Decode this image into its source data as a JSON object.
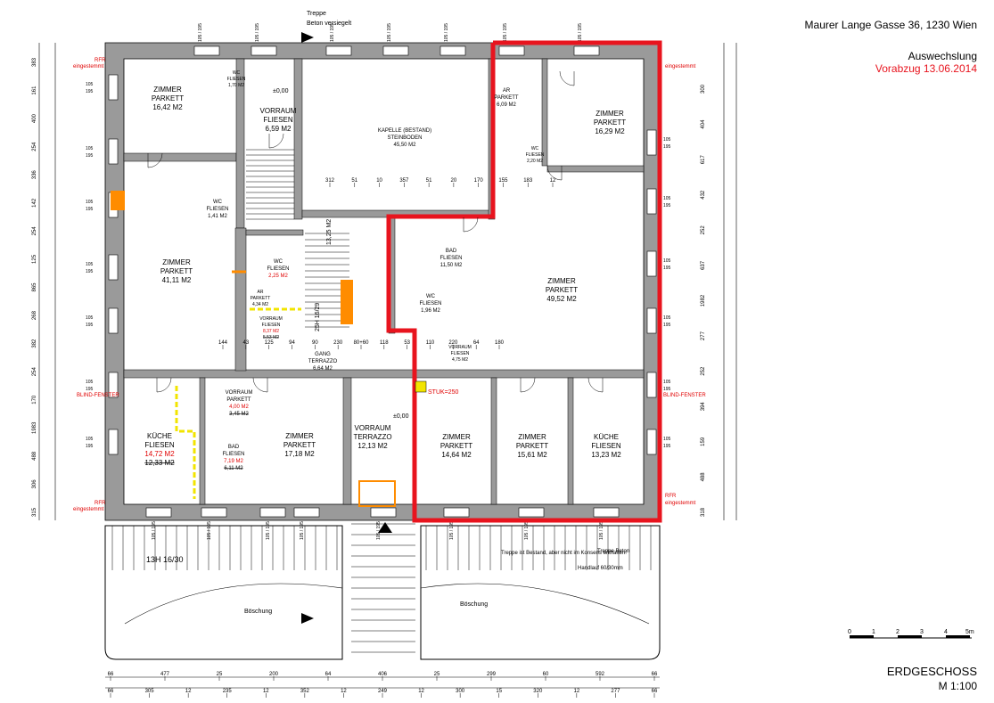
{
  "header": {
    "address": "Maurer Lange Gasse 36, 1230 Wien",
    "subtitle": "Auswechslung",
    "date_note": "Vorabzug 13.06.2014"
  },
  "footer": {
    "floor": "ERDGESCHOSS",
    "scale": "M 1:100"
  },
  "scale_bar": {
    "labels": [
      "0",
      "1",
      "2",
      "3",
      "4",
      "5m"
    ]
  },
  "colors": {
    "wall": "#9a9a9a",
    "highlight_red": "#e8141e",
    "accent_orange": "#ff8c00",
    "accent_yellow": "#f2e400",
    "note_red": "#e00000"
  },
  "rooms": [
    {
      "lines": [
        "ZIMMER",
        "PARKETT",
        "16,42 M2"
      ]
    },
    {
      "lines": [
        "VORRAUM",
        "FLIESEN",
        "6,59 M2"
      ]
    },
    {
      "lines": [
        "WC",
        "FLIESEN",
        "1,70 M2"
      ]
    },
    {
      "lines": [
        "KAPELLE (BESTAND)",
        "STEINBODEN",
        "45,50 M2"
      ]
    },
    {
      "lines": [
        "AR",
        "PARKETT",
        "6,09 M2"
      ]
    },
    {
      "lines": [
        "ZIMMER",
        "PARKETT",
        "16,29 M2"
      ]
    },
    {
      "lines": [
        "WC",
        "FLIESEN",
        "2,20 M2"
      ]
    },
    {
      "lines": [
        "WC",
        "FLIESEN",
        "1,41 M2"
      ]
    },
    {
      "lines": [
        "ZIMMER",
        "PARKETT",
        "41,11 M2"
      ]
    },
    {
      "lines": [
        "WC",
        "FLIESEN",
        "2,25 M2"
      ]
    },
    {
      "lines": [
        "AR",
        "PARKETT",
        "4,34 M2"
      ]
    },
    {
      "lines": [
        "VORRAUM",
        "FLIESEN",
        "8,37 M2",
        "5,53 M2"
      ]
    },
    {
      "lines": [
        "BAD",
        "FLIESEN",
        "11,50 M2"
      ]
    },
    {
      "lines": [
        "WC",
        "FLIESEN",
        "1,96 M2"
      ]
    },
    {
      "lines": [
        "ZIMMER",
        "PARKETT",
        "49,52 M2"
      ]
    },
    {
      "lines": [
        "GANG",
        "TERRAZZO",
        "6,64 M2"
      ]
    },
    {
      "lines": [
        "VORRAUM",
        "FLIESEN",
        "4,75 M2"
      ]
    },
    {
      "lines": [
        "VORRAUM",
        "PARKETT",
        "4,00 M2",
        "3,45 M2"
      ]
    },
    {
      "lines": [
        "KÜCHE",
        "FLIESEN",
        "14,72 M2",
        "12,33 M2"
      ]
    },
    {
      "lines": [
        "BAD",
        "FLIESEN",
        "7,19 M2",
        "6,11 M2"
      ]
    },
    {
      "lines": [
        "ZIMMER",
        "PARKETT",
        "17,18 M2"
      ]
    },
    {
      "lines": [
        "VORRAUM",
        "TERRAZZO",
        "12,13 M2"
      ]
    },
    {
      "lines": [
        "ZIMMER",
        "PARKETT",
        "14,64 M2"
      ]
    },
    {
      "lines": [
        "ZIMMER",
        "PARKETT",
        "15,61 M2"
      ]
    },
    {
      "lines": [
        "KÜCHE",
        "FLIESEN",
        "13,23 M2"
      ]
    }
  ],
  "notes": {
    "treppe_top": "Treppe",
    "beton_versiegelt": "Beton versiegelt",
    "elevation_1": "±0,00",
    "elevation_2": "±0,00",
    "stuk": "STUK=250",
    "rfr": "RFR",
    "eingestemmt": "eingestemmt",
    "blindfenster": "BLIND-FENSTER",
    "boeschung": "Böschung",
    "stair_steps": "13H 16/30",
    "treppe_bestand": "Treppe ist Bestand, aber nicht im Konsens enthalten!",
    "treppe_beton": "Treppe Beton",
    "handlauf": "Handlauf 60/30mm",
    "stair_main": "13,25 M2",
    "stair_rise": "25H 16/29"
  },
  "window_dims": [
    "105",
    "195"
  ],
  "dimensions": {
    "bottom_row1": [
      "66",
      "477",
      "25",
      "200",
      "64",
      "406",
      "25",
      "299",
      "60",
      "592",
      "66"
    ],
    "bottom_row2": [
      "66",
      "305",
      "12",
      "235",
      "12",
      "352",
      "12",
      "249",
      "12",
      "300",
      "15",
      "320",
      "12",
      "277",
      "66"
    ],
    "left_column": [
      "383",
      "161",
      "400",
      "254",
      "336",
      "142",
      "254",
      "125",
      "865",
      "268",
      "382",
      "254",
      "170",
      "1983",
      "488",
      "306",
      "315"
    ],
    "right_column": [
      "300",
      "404",
      "617",
      "432",
      "252",
      "637",
      "1982",
      "277",
      "252",
      "394",
      "159",
      "488",
      "318"
    ],
    "corridor": [
      "312",
      "51",
      "10",
      "357",
      "51",
      "20",
      "170",
      "155",
      "183",
      "12"
    ],
    "misc": [
      "144",
      "43",
      "125",
      "94",
      "90",
      "230",
      "80+60",
      "118",
      "53",
      "110",
      "220",
      "64",
      "180"
    ]
  }
}
